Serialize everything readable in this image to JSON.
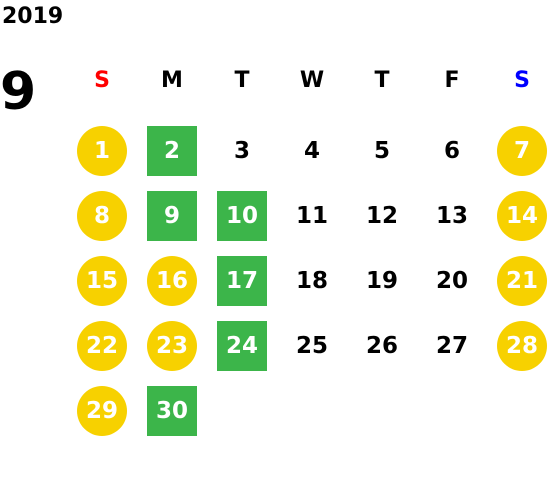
{
  "header": {
    "year": "2019",
    "month": "9"
  },
  "weekdays": [
    {
      "label": "S",
      "color": "#ff0000"
    },
    {
      "label": "M",
      "color": "#000000"
    },
    {
      "label": "T",
      "color": "#000000"
    },
    {
      "label": "W",
      "color": "#000000"
    },
    {
      "label": "T",
      "color": "#000000"
    },
    {
      "label": "F",
      "color": "#000000"
    },
    {
      "label": "S",
      "color": "#0000ff"
    }
  ],
  "colors": {
    "holiday_circle": "#f7d100",
    "highlight_square": "#3cb54a",
    "plain_text": "#000000"
  },
  "days": [
    {
      "day": "1",
      "style": "circle"
    },
    {
      "day": "2",
      "style": "square"
    },
    {
      "day": "3",
      "style": "plain"
    },
    {
      "day": "4",
      "style": "plain"
    },
    {
      "day": "5",
      "style": "plain"
    },
    {
      "day": "6",
      "style": "plain"
    },
    {
      "day": "7",
      "style": "circle"
    },
    {
      "day": "8",
      "style": "circle"
    },
    {
      "day": "9",
      "style": "square"
    },
    {
      "day": "10",
      "style": "square"
    },
    {
      "day": "11",
      "style": "plain"
    },
    {
      "day": "12",
      "style": "plain"
    },
    {
      "day": "13",
      "style": "plain"
    },
    {
      "day": "14",
      "style": "circle"
    },
    {
      "day": "15",
      "style": "circle"
    },
    {
      "day": "16",
      "style": "circle"
    },
    {
      "day": "17",
      "style": "square"
    },
    {
      "day": "18",
      "style": "plain"
    },
    {
      "day": "19",
      "style": "plain"
    },
    {
      "day": "20",
      "style": "plain"
    },
    {
      "day": "21",
      "style": "circle"
    },
    {
      "day": "22",
      "style": "circle"
    },
    {
      "day": "23",
      "style": "circle"
    },
    {
      "day": "24",
      "style": "square"
    },
    {
      "day": "25",
      "style": "plain"
    },
    {
      "day": "26",
      "style": "plain"
    },
    {
      "day": "27",
      "style": "plain"
    },
    {
      "day": "28",
      "style": "circle"
    },
    {
      "day": "29",
      "style": "circle"
    },
    {
      "day": "30",
      "style": "square"
    }
  ]
}
